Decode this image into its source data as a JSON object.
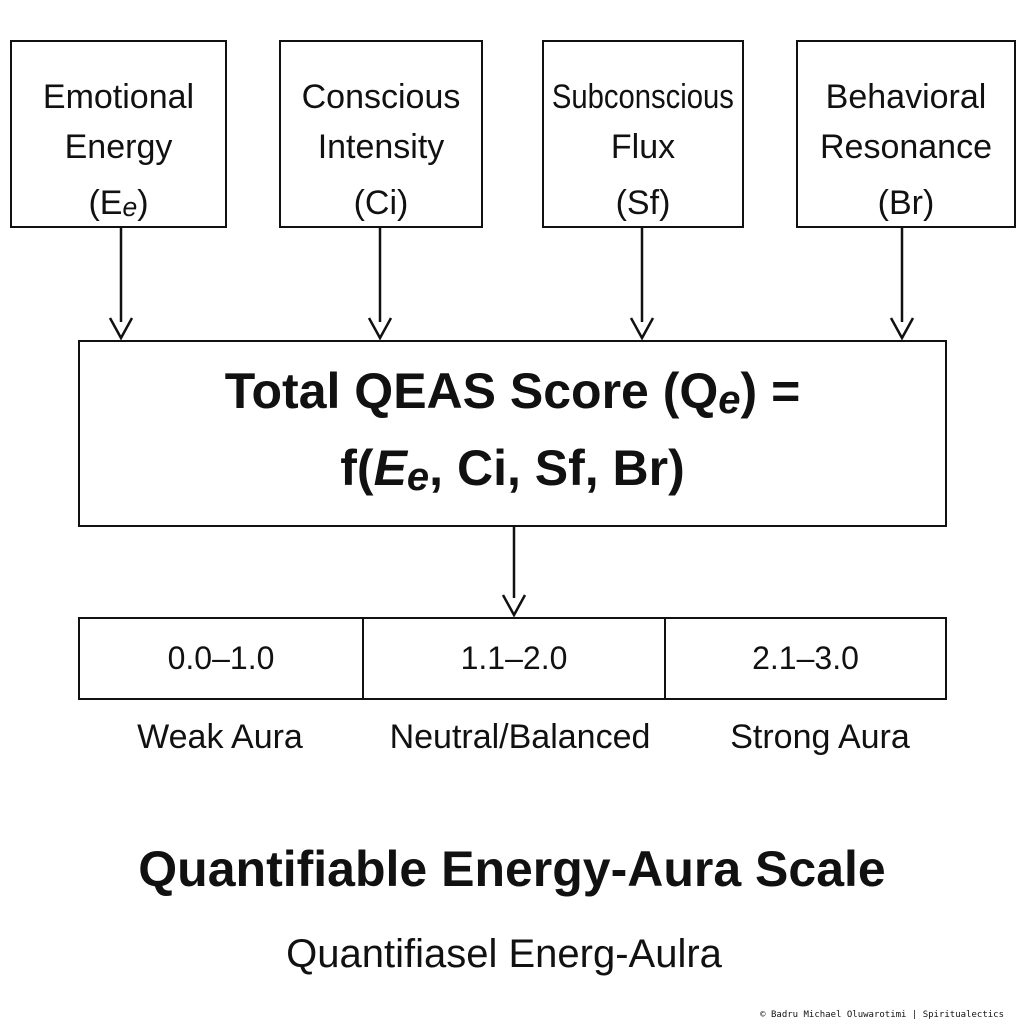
{
  "inputs": [
    {
      "line1": "Emotional",
      "line2": "Energy",
      "symbol_open": "(E",
      "symbol_sub": "e",
      "symbol_close": ")"
    },
    {
      "line1": "Conscious",
      "line2": "Intensity",
      "symbol_open": "(Ci",
      "symbol_sub": "",
      "symbol_close": ")"
    },
    {
      "line1": "Subconscious",
      "line2": "Flux",
      "symbol_open": "(Sf",
      "symbol_sub": "",
      "symbol_close": ")"
    },
    {
      "line1": "Behavioral",
      "line2": "Resonance",
      "symbol_open": "(Br",
      "symbol_sub": "",
      "symbol_close": ")"
    }
  ],
  "score": {
    "line1_text": "Total QEAS Score (Q",
    "line1_sub": "e",
    "line1_end": ") =",
    "line2_start": "f(",
    "line2_var": "E",
    "line2_sub": "e",
    "line2_end": ", Ci, Sf, Br)"
  },
  "scale": [
    {
      "range": "0.0–1.0",
      "label": "Weak Aura"
    },
    {
      "range": "1.1–2.0",
      "label": "Neutral/Balanced"
    },
    {
      "range": "2.1–3.0",
      "label": "Strong Aura"
    }
  ],
  "title": "Quantifiable Energy-Aura Scale",
  "subtitle": "Quantifiasel Energ-Aulra",
  "copyright": "© Badru Michael Oluwarotimi | Spiritualectics",
  "colors": {
    "stroke": "#111111",
    "background": "#ffffff"
  }
}
